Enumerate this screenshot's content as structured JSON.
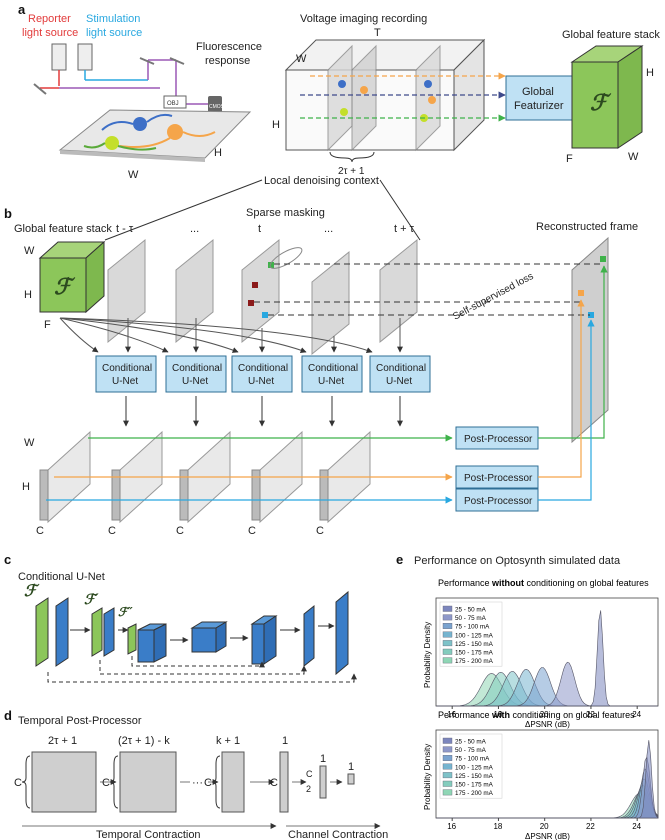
{
  "panels": {
    "a": "a",
    "b": "b",
    "c": "c",
    "d": "d",
    "e": "e"
  },
  "panel_a": {
    "reporter": [
      "Reporter",
      "light source"
    ],
    "stimulation": [
      "Stimulation",
      "light source"
    ],
    "fluorescence": [
      "Fluorescence",
      "response"
    ],
    "cmos": "CMOS",
    "obj": "OBJ",
    "voltage_title": "Voltage imaging recording",
    "W": "W",
    "H": "H",
    "T": "T",
    "two_tau": "2τ + 1",
    "global_featurizer": [
      "Global",
      "Featurizer"
    ],
    "global_stack_title": "Global feature stack",
    "F": "F",
    "glyph": "ℱ",
    "local_context": "Local denoising context"
  },
  "panel_b": {
    "global_stack_title": "Global feature stack",
    "sparse_masking": "Sparse masking",
    "reconstructed": "Reconstructed frame",
    "frames": [
      "t - τ",
      "...",
      "t",
      "...",
      "t + τ"
    ],
    "self_supervised": "Self-supervised loss",
    "unet": [
      "Conditional",
      "U-Net"
    ],
    "post_processor": "Post-Processor",
    "W": "W",
    "H": "H",
    "F": "F",
    "C": "C"
  },
  "panel_c": {
    "title": "Conditional U-Net",
    "glyphs": [
      "ℱ",
      "ℱ′",
      "ℱ″"
    ]
  },
  "panel_d": {
    "title": "Temporal Post-Processor",
    "sizes": [
      "2τ + 1",
      "(2τ + 1) - k",
      "k + 1",
      "1",
      "1",
      "1"
    ],
    "c_half": [
      "C",
      "2"
    ],
    "C": "C",
    "ellipsis": "···",
    "temporal": "Temporal Contraction",
    "channel": "Channel Contraction"
  },
  "panel_e": {
    "title": "Performance on Optosynth simulated data",
    "chart_data": [
      {
        "type": "area",
        "title_parts": [
          "Performance ",
          "without",
          " conditioning on global features"
        ],
        "xlabel": "ΔPSNR (dB)",
        "ylabel": "Probability Density",
        "xlim": [
          15.3,
          24.9
        ],
        "xticks": [
          16,
          18,
          20,
          22,
          24
        ],
        "legend_position": "top-left",
        "series": [
          {
            "name": "25 - 50 mA",
            "color": "#7c86bd",
            "peak": 22.4,
            "width": 0.12,
            "height": 0.95,
            "x": [
              21.9,
              22.2,
              22.4,
              22.6,
              22.9
            ],
            "y": [
              0.05,
              0.4,
              0.95,
              0.4,
              0.05
            ]
          },
          {
            "name": "50 - 75 mA",
            "color": "#8e98c9",
            "peak": 21.0,
            "width": 0.3,
            "height": 0.43,
            "x": [
              20.3,
              20.7,
              21.0,
              21.3,
              21.6
            ],
            "y": [
              0.05,
              0.25,
              0.43,
              0.25,
              0.03
            ]
          },
          {
            "name": "75 - 100 mA",
            "color": "#7aa3cf",
            "peak": 19.9,
            "width": 0.35,
            "height": 0.38,
            "x": [
              19.2,
              19.6,
              19.9,
              20.2,
              20.6
            ],
            "y": [
              0.05,
              0.22,
              0.38,
              0.22,
              0.04
            ]
          },
          {
            "name": "100 - 125 mA",
            "color": "#76b4cf",
            "peak": 19.2,
            "width": 0.38,
            "height": 0.36,
            "x": [
              18.5,
              18.9,
              19.2,
              19.6,
              20.0
            ],
            "y": [
              0.05,
              0.22,
              0.36,
              0.2,
              0.03
            ]
          },
          {
            "name": "125 - 150 mA",
            "color": "#7ec2c8",
            "peak": 18.6,
            "width": 0.4,
            "height": 0.34,
            "x": [
              17.9,
              18.3,
              18.6,
              19.0,
              19.4
            ],
            "y": [
              0.05,
              0.2,
              0.34,
              0.2,
              0.03
            ]
          },
          {
            "name": "150 - 175 mA",
            "color": "#84ccbd",
            "peak": 18.1,
            "width": 0.42,
            "height": 0.33,
            "x": [
              17.3,
              17.8,
              18.1,
              18.5,
              18.9
            ],
            "y": [
              0.05,
              0.2,
              0.33,
              0.2,
              0.03
            ]
          },
          {
            "name": "175 - 200 mA",
            "color": "#8fd6b5",
            "peak": 17.7,
            "width": 0.45,
            "height": 0.32,
            "x": [
              16.9,
              17.3,
              17.7,
              18.1,
              18.6
            ],
            "y": [
              0.05,
              0.2,
              0.32,
              0.18,
              0.03
            ]
          }
        ]
      },
      {
        "type": "area",
        "title_parts": [
          "Performance ",
          "with",
          " conditioning on global features"
        ],
        "xlabel": "ΔPSNR (dB)",
        "ylabel": "Probability Density",
        "xlim": [
          15.3,
          24.9
        ],
        "xticks": [
          16,
          18,
          20,
          22,
          24
        ],
        "legend_position": "top-left",
        "series": [
          {
            "name": "25 - 50 mA",
            "color": "#7c86bd",
            "peak": 24.5,
            "width": 0.12,
            "height": 0.95,
            "x": [
              23.9,
              24.3,
              24.5,
              24.7,
              24.9
            ],
            "y": [
              0.04,
              0.45,
              0.95,
              0.45,
              0.05
            ]
          },
          {
            "name": "50 - 75 mA",
            "color": "#8e98c9",
            "peak": 24.4,
            "width": 0.16,
            "height": 0.75,
            "x": [
              23.7,
              24.2,
              24.4,
              24.6,
              24.9
            ],
            "y": [
              0.04,
              0.4,
              0.75,
              0.35,
              0.05
            ]
          },
          {
            "name": "75 - 100 mA",
            "color": "#7aa3cf",
            "peak": 24.35,
            "width": 0.2,
            "height": 0.6,
            "x": [
              23.5,
              24.1,
              24.35,
              24.6,
              24.9
            ],
            "y": [
              0.04,
              0.32,
              0.6,
              0.3,
              0.04
            ]
          },
          {
            "name": "100 - 125 mA",
            "color": "#76b4cf",
            "peak": 24.3,
            "width": 0.24,
            "height": 0.48,
            "x": [
              23.3,
              24.0,
              24.3,
              24.6,
              24.9
            ],
            "y": [
              0.04,
              0.28,
              0.48,
              0.25,
              0.04
            ]
          },
          {
            "name": "125 - 150 mA",
            "color": "#7ec2c8",
            "peak": 24.25,
            "width": 0.28,
            "height": 0.4,
            "x": [
              23.1,
              23.9,
              24.25,
              24.6,
              24.9
            ],
            "y": [
              0.04,
              0.24,
              0.4,
              0.22,
              0.04
            ]
          },
          {
            "name": "150 - 175 mA",
            "color": "#84ccbd",
            "peak": 24.2,
            "width": 0.32,
            "height": 0.34,
            "x": [
              22.9,
              23.8,
              24.2,
              24.6,
              24.9
            ],
            "y": [
              0.04,
              0.2,
              0.34,
              0.2,
              0.04
            ]
          },
          {
            "name": "175 - 200 mA",
            "color": "#8fd6b5",
            "peak": 24.1,
            "width": 0.36,
            "height": 0.3,
            "x": [
              22.7,
              23.7,
              24.1,
              24.5,
              24.9
            ],
            "y": [
              0.04,
              0.18,
              0.3,
              0.18,
              0.04
            ]
          }
        ]
      }
    ]
  },
  "colors": {
    "green": "#8cc65a",
    "blue": "#3a7dc8",
    "light_blue": "#bfe1f4",
    "gray": "#d9d9d9",
    "orange": "#f5a54a",
    "arrow_green": "#3fb24a",
    "arrow_blue": "#29a8e0",
    "arrow_navy": "#3e4a8a",
    "red": "#e23b3b",
    "cyan": "#29a8e0"
  }
}
